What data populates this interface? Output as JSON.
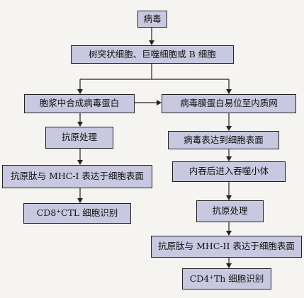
{
  "diagram": {
    "nodes": {
      "virus": "病毒",
      "apc": "树突状细胞、巨噬细胞或 B 细胞",
      "cyto_synth": "胞浆中合成病毒蛋白",
      "membrane_er": "病毒膜蛋白易位至内质网",
      "processing_left": "抗原处理",
      "express_surface": "病毒表达到细胞表面",
      "mhc1": "抗原肽与 MHC-I 表达于细胞表面",
      "endocytosis": "内吞后进入吞噬小体",
      "cd8_pre": "CD8",
      "cd8_sup": "+",
      "cd8_post": "CTL 细胞识别",
      "processing_right": "抗原处理",
      "mhc2": "抗原肽与 MHC-II 表达于细胞表面",
      "cd4_pre": "CD4",
      "cd4_sup": "+",
      "cd4_post": "Th 细胞识别"
    },
    "colors": {
      "box_fill": "#c8c9e0",
      "border": "#202020",
      "background": "#f6f4f1"
    }
  }
}
